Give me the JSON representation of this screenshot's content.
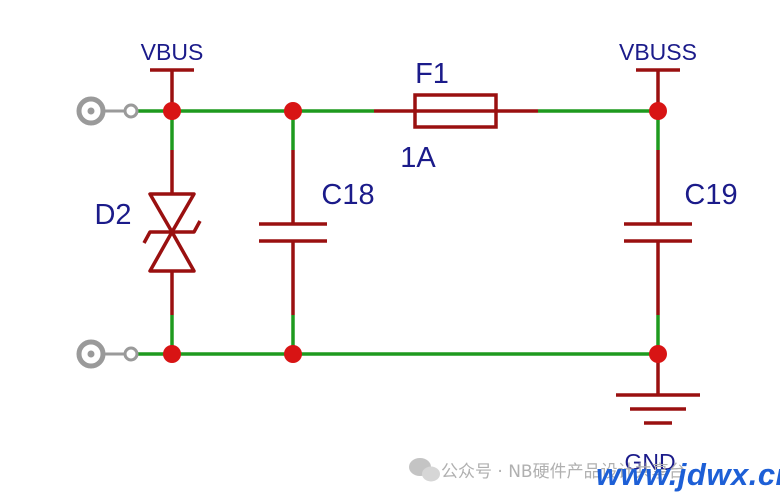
{
  "nets": {
    "vbus": "VBUS",
    "vbuss": "VBUSS",
    "gnd": "GND"
  },
  "components": {
    "tvs": "D2",
    "fuse": "F1",
    "fuse_rating": "1A",
    "cap_left": "C18",
    "cap_right": "C19"
  },
  "watermark": {
    "account": "公众号 · NB硬件产品设计共享台",
    "site": "www.jdwx.cn"
  },
  "colors": {
    "wire": "#1e9a1e",
    "component": "#9a1010",
    "junction": "#d81414",
    "label": "#1b1b8a",
    "connector": "#9a9a9a"
  }
}
